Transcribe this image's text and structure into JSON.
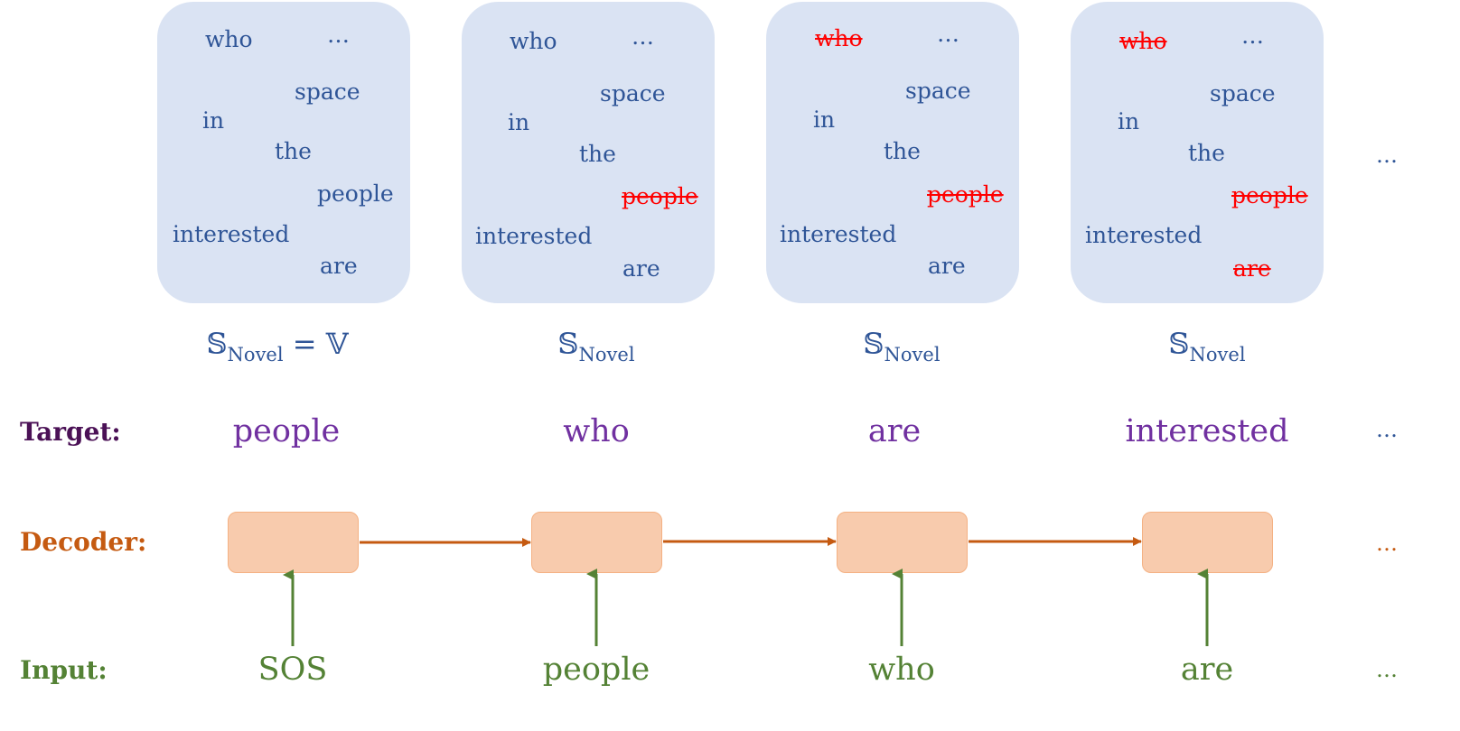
{
  "colors": {
    "vocab_word": "#2f5597",
    "struck_word": "#ff0000",
    "box_fill": "#dae3f3",
    "target": "#7030a0",
    "target_label": "#4b1156",
    "decoder": "#c55a11",
    "decoder_fill": "#f8cbad",
    "input": "#548235"
  },
  "vocab_boxes": [
    {
      "words": [
        {
          "text": "who",
          "struck": false
        },
        {
          "text": "…",
          "struck": false
        },
        {
          "text": "space",
          "struck": false
        },
        {
          "text": "in",
          "struck": false
        },
        {
          "text": "the",
          "struck": false
        },
        {
          "text": "people",
          "struck": false
        },
        {
          "text": "interested",
          "struck": false
        },
        {
          "text": "are",
          "struck": false
        }
      ],
      "set_symbol": "𝕊",
      "set_subscript": "Novel",
      "set_suffix": " = 𝕍"
    },
    {
      "words": [
        {
          "text": "who",
          "struck": false
        },
        {
          "text": "…",
          "struck": false
        },
        {
          "text": "space",
          "struck": false
        },
        {
          "text": "in",
          "struck": false
        },
        {
          "text": "the",
          "struck": false
        },
        {
          "text": "people",
          "struck": true
        },
        {
          "text": "interested",
          "struck": false
        },
        {
          "text": "are",
          "struck": false
        }
      ],
      "set_symbol": "𝕊",
      "set_subscript": "Novel",
      "set_suffix": ""
    },
    {
      "words": [
        {
          "text": "who",
          "struck": true
        },
        {
          "text": "…",
          "struck": false
        },
        {
          "text": "space",
          "struck": false
        },
        {
          "text": "in",
          "struck": false
        },
        {
          "text": "the",
          "struck": false
        },
        {
          "text": "people",
          "struck": true
        },
        {
          "text": "interested",
          "struck": false
        },
        {
          "text": "are",
          "struck": false
        }
      ],
      "set_symbol": "𝕊",
      "set_subscript": "Novel",
      "set_suffix": ""
    },
    {
      "words": [
        {
          "text": "who",
          "struck": true
        },
        {
          "text": "…",
          "struck": false
        },
        {
          "text": "space",
          "struck": false
        },
        {
          "text": "in",
          "struck": false
        },
        {
          "text": "the",
          "struck": false
        },
        {
          "text": "people",
          "struck": true
        },
        {
          "text": "interested",
          "struck": false
        },
        {
          "text": "are",
          "struck": true
        }
      ],
      "set_symbol": "𝕊",
      "set_subscript": "Novel",
      "set_suffix": ""
    }
  ],
  "rows": {
    "target_label": "Target:",
    "decoder_label": "Decoder:",
    "input_label": "Input:"
  },
  "targets": [
    "people",
    "who",
    "are",
    "interested"
  ],
  "inputs": [
    "SOS",
    "people",
    "who",
    "are"
  ],
  "ellipsis": "…"
}
